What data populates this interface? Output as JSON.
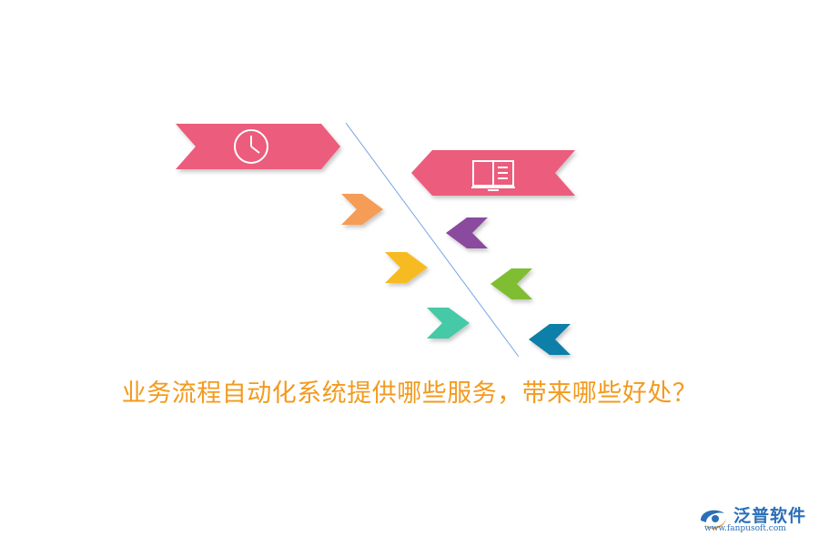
{
  "title": "业务流程自动化系统提供哪些服务，带来哪些好处？",
  "colors": {
    "title": "#f39a1e",
    "banner_left": "#ec5b7b",
    "banner_right": "#ec5b7b",
    "divider_line": "#7aa7e3",
    "chevron_orange": "#f59c57",
    "chevron_yellow": "#f7bb23",
    "chevron_teal": "#45c9a6",
    "chevron_purple": "#8a4b9e",
    "chevron_green": "#7fbd33",
    "chevron_blue": "#0b7fa8",
    "brand": "#2a6fb8"
  },
  "icons": {
    "left_banner": "clock-icon",
    "right_banner": "book-icon"
  },
  "brand": {
    "name": "泛普软件",
    "url": "www.fanpusoft.com"
  }
}
